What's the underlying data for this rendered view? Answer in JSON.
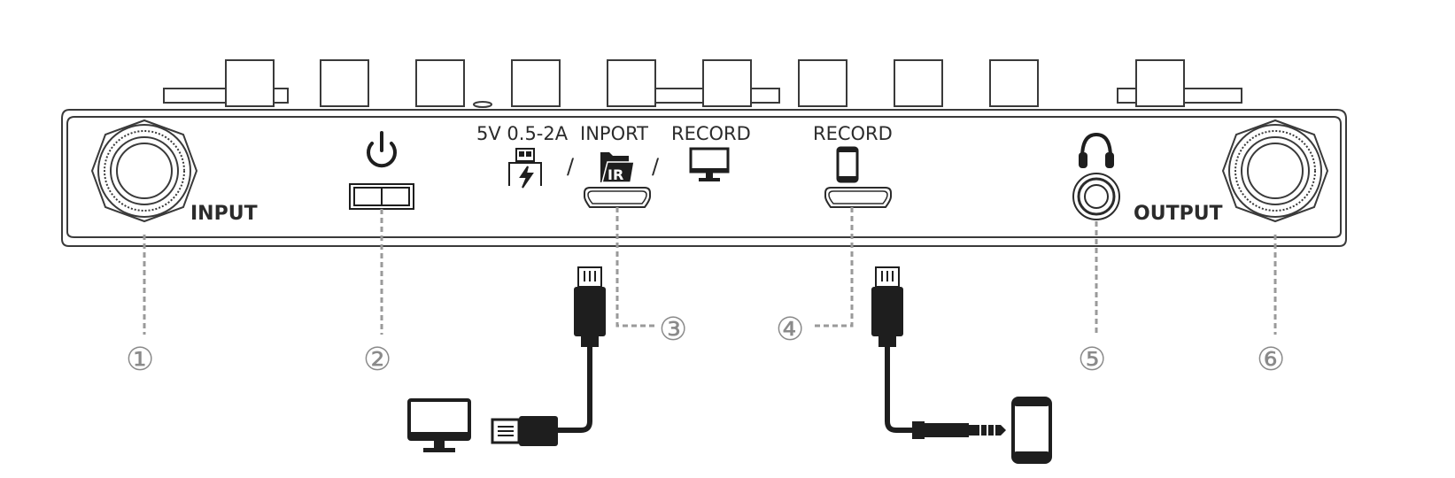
{
  "labels": {
    "input": "INPUT",
    "output": "OUTPUT",
    "power_spec": "5V 0.5-2A",
    "inport": "INPORT",
    "record_pc": "RECORD",
    "record_phone": "RECORD",
    "slash": "/"
  },
  "callouts": [
    "①",
    "②",
    "③",
    "④",
    "⑤",
    "⑥"
  ],
  "icons": {
    "power": "power-icon",
    "usb_charge": "usb-charge-icon",
    "ir_folder": "ir-folder-icon",
    "monitor": "monitor-icon",
    "phone": "phone-icon",
    "headphones": "headphones-icon"
  },
  "colors": {
    "outline": "#3a3a3a",
    "dashed_leader": "#9a9a9a",
    "callout_number": "#8a8a8a",
    "cable": "#1e1e1e"
  }
}
